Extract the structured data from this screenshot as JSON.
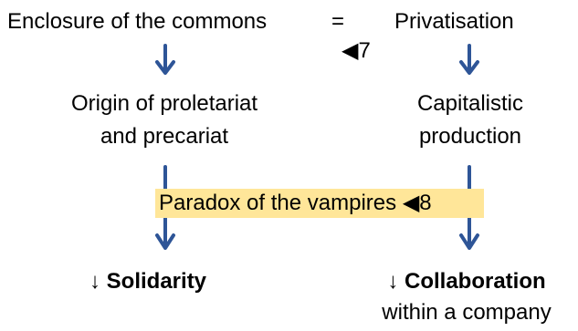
{
  "top": {
    "left": "Enclosure of the commons",
    "equals": "=",
    "right": "Privatisation",
    "sound_marker": "◀7"
  },
  "middle": {
    "left_line1": "Origin of proletariat",
    "left_line2": "and precariat",
    "right_line1": "Capitalistic",
    "right_line2": "production"
  },
  "center": {
    "label": "Paradox of the vampires",
    "sound_marker": "◀8",
    "highlight_color": "#FFE699"
  },
  "bottom": {
    "left_arrow": "↓",
    "left_label": "Solidarity",
    "right_arrow": "↓",
    "right_label": "Collaboration",
    "right_line2": "within a company"
  },
  "colors": {
    "arrow": "#2E5597",
    "text": "#000000"
  }
}
